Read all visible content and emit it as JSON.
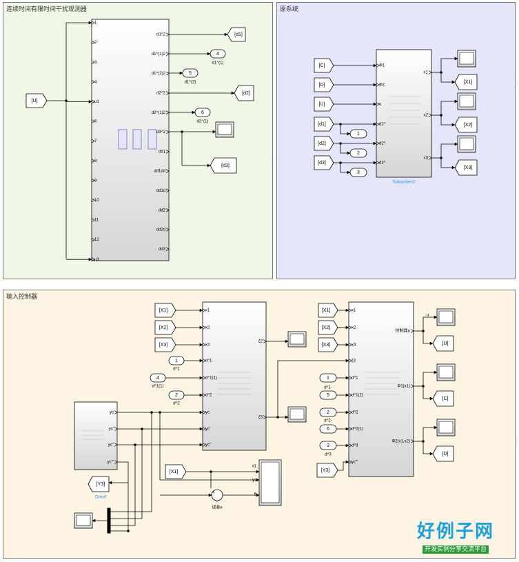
{
  "areas": {
    "observer": "连续时间有限时间干扰观测器",
    "plant": "原系统",
    "controller": "输入控制器"
  },
  "observer": {
    "in_ports": [
      "1",
      "2",
      "3",
      "4",
      "u1",
      "6",
      "7",
      "8",
      "9",
      "10",
      "11",
      "12",
      "u3"
    ],
    "out_ports": [
      "d1^2",
      "d1^(1)2",
      "d1^(2)2",
      "d2^2",
      "d2^(1)2",
      "d3^2",
      "dd1",
      "dd1dd",
      "dd1d",
      "dd2",
      "dd2d",
      "dd3"
    ],
    "from_u": "[U]",
    "goto_d1": "[d1]",
    "goto_d2": "[d2]",
    "goto_d3": "[d3]",
    "out4_num": "4",
    "out4_label": "d1^(1)",
    "out5_num": "5",
    "out5_label": "d1^(2)",
    "out6_num": "6",
    "out6_label": "d2^(1)"
  },
  "plant": {
    "from_tags": [
      "[C]",
      "[D]",
      "[U]",
      "[d1]",
      "[d2]",
      "[d3]"
    ],
    "in_ports": [
      "Φ1",
      "Φ2",
      "u",
      "d1^",
      "d2^",
      "d3^"
    ],
    "out_ports": [
      "x1",
      "x2",
      "x3"
    ],
    "out_nums": [
      "1",
      "2",
      "3"
    ],
    "gotos": [
      "[X1]",
      "[X2]",
      "[X3]"
    ],
    "subsystem_name": "Subsystem2"
  },
  "ctrl1": {
    "from_tags": [
      "[X1]",
      "[X2]",
      "[X3]"
    ],
    "in_ports": [
      "x1",
      "x2",
      "x3",
      "d^1",
      "d^1(1)",
      "d^2",
      "yc",
      "yc'",
      "yc''"
    ],
    "out_ports": [
      "ξ2",
      "ξ3"
    ],
    "in1_num": "1",
    "in1_label": "d^1",
    "in4_num": "4",
    "in4_label": "d^1(1)",
    "in2_num": "2",
    "in2_label": "d^2"
  },
  "ctrl2": {
    "from_tags": [
      "[X1]",
      "[X2]",
      "[X3]"
    ],
    "in_ports": [
      "x1",
      "x2",
      "x3",
      "ξ3",
      "d^1",
      "d^1(2)",
      "d^2",
      "d^2(1)",
      "d^3",
      "yc'''"
    ],
    "out_ports": [
      "控制器u",
      "Φ1(x1)",
      "Φ2(x1,x2)"
    ],
    "in_nums": [
      "1",
      "5",
      "2",
      "6",
      "3"
    ],
    "in_num_labels": [
      "d^1-",
      "d^2-",
      "d^3"
    ],
    "goto_u_label": "u",
    "gotos": [
      "[U]",
      "[C]",
      "[D]"
    ],
    "from_y3": "[Y3]"
  },
  "signal_gen": {
    "out_ports": [
      "yc",
      "yc'",
      "yc''",
      "yc'''"
    ]
  },
  "goto_y3": {
    "tag": "[Y3]",
    "name": "Goto9"
  },
  "compare": {
    "from_x1": "[X1]",
    "scope_ports": [
      "x1",
      "yc",
      "e"
    ],
    "sum_name": "误差e",
    "sum_signs": "+-"
  },
  "watermark": "www.haolizi.com",
  "logo": {
    "main": "好例子网",
    "sub": "开发实例分享交流平台"
  },
  "colors": {
    "observer_bg": "#f0f7e6",
    "plant_bg": "#e6e6fa",
    "controller_bg": "#fdf4e3",
    "block_top": "#ffffff",
    "block_bottom": "#d6d6d6",
    "line": "#000000",
    "subsystem_name": "#2e8fe0"
  }
}
